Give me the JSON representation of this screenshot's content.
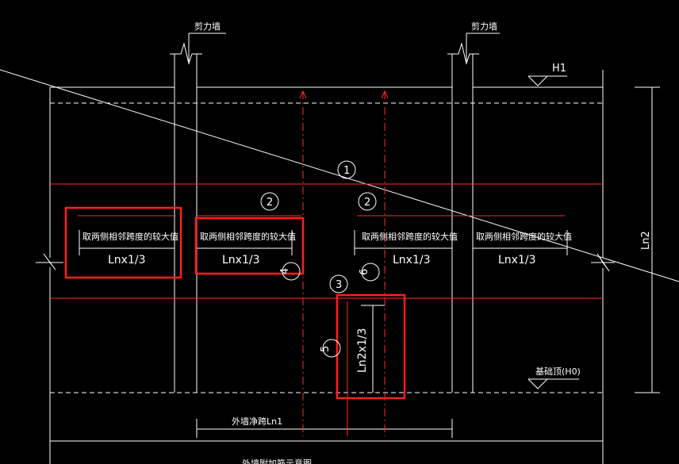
{
  "labels": {
    "shear_wall_left": "剪力墙",
    "shear_wall_right": "剪力墙",
    "h1": "H1",
    "foundation_bottom": "基础顶(H0)",
    "ln2": "Ln2",
    "outer_span": "外墙净跨Ln1",
    "bottom_note": "外墙附加筋示意图",
    "note_text": "取两侧相邻跨度的较大值",
    "lnx": "Lnx1/3",
    "ln2x": "Ln2x1/3"
  },
  "markers": [
    "1",
    "2",
    "2",
    "3",
    "5",
    "6",
    "4"
  ]
}
